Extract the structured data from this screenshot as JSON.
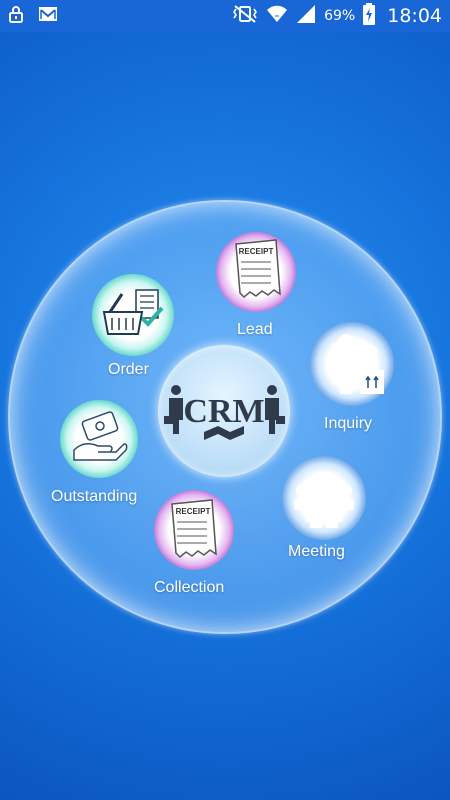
{
  "status_bar": {
    "icons": [
      "lock-icon",
      "mail-icon",
      "vibrate-mute-icon",
      "wifi-icon",
      "signal-icon",
      "battery-charging-icon"
    ],
    "battery": "69%",
    "time": "18:04"
  },
  "app": {
    "logo_text": "CRM",
    "menu": [
      {
        "key": "lead",
        "label": "Lead",
        "icon": "receipt-icon"
      },
      {
        "key": "inquiry",
        "label": "Inquiry",
        "icon": "inquiry-person-icon"
      },
      {
        "key": "meeting",
        "label": "Meeting",
        "icon": "meeting-people-icon"
      },
      {
        "key": "collection",
        "label": "Collection",
        "icon": "receipt-icon"
      },
      {
        "key": "outstanding",
        "label": "Outstanding",
        "icon": "hand-money-icon"
      },
      {
        "key": "order",
        "label": "Order",
        "icon": "basket-checklist-icon"
      }
    ]
  },
  "colors": {
    "background": "#1775de",
    "status_bar": "#1966d6",
    "receipt_glow": "#9a3fbf",
    "teal_glow": "#33c7b8",
    "blue_glow": "#3a84d8"
  }
}
